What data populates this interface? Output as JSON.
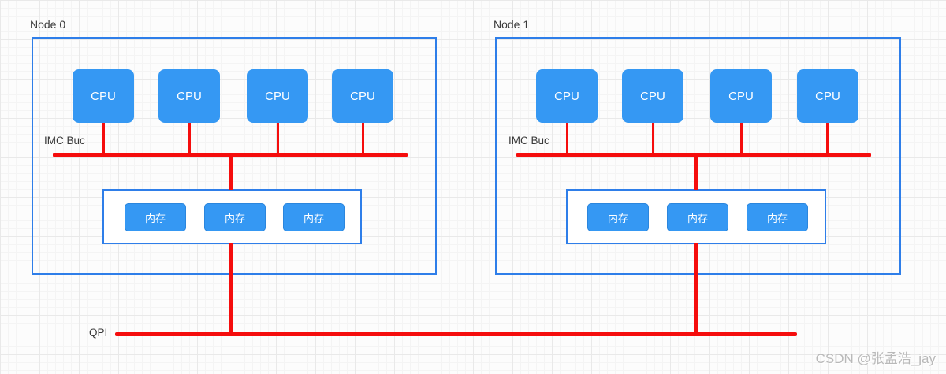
{
  "diagram": {
    "nodes": [
      {
        "title": "Node 0",
        "bus_label": "IMC Buc",
        "cpus": [
          "CPU",
          "CPU",
          "CPU",
          "CPU"
        ],
        "memories": [
          "内存",
          "内存",
          "内存"
        ]
      },
      {
        "title": "Node 1",
        "bus_label": "IMC Buc",
        "cpus": [
          "CPU",
          "CPU",
          "CPU",
          "CPU"
        ],
        "memories": [
          "内存",
          "内存",
          "内存"
        ]
      }
    ],
    "qpi_label": "QPI",
    "watermark": "CSDN @张孟浩_jay",
    "colors": {
      "block_fill": "#3598F3",
      "box_border": "#2E7EE9",
      "line_red": "#F50D0D",
      "label_text": "#3A3A3A",
      "watermark_gray": "#B9B9B9"
    }
  }
}
